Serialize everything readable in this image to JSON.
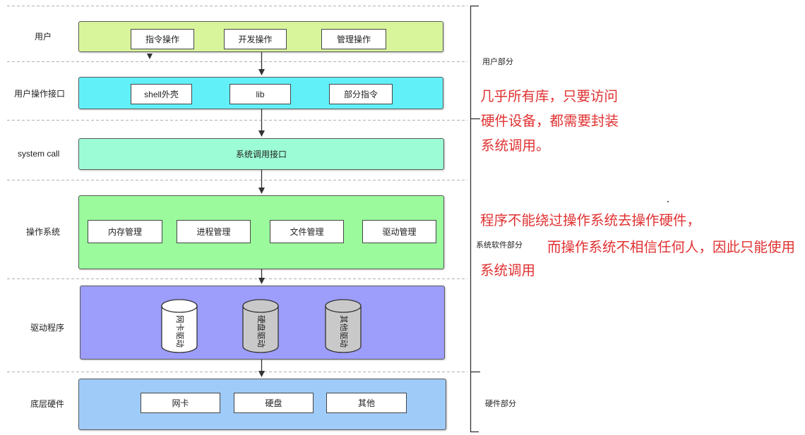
{
  "layers": {
    "user": {
      "label": "用户",
      "items": [
        "指令操作",
        "开发操作",
        "管理操作"
      ]
    },
    "interface": {
      "label": "用户操作接口",
      "items": [
        "shell外壳",
        "lib",
        "部分指令"
      ]
    },
    "syscall": {
      "label": "system call",
      "content": "系统调用接口"
    },
    "os": {
      "label": "操作系统",
      "items": [
        "内存管理",
        "进程管理",
        "文件管理",
        "驱动管理"
      ]
    },
    "drivers": {
      "label": "驱动程序",
      "items": [
        "网卡驱动",
        "硬盘驱动",
        "其他驱动"
      ]
    },
    "hardware": {
      "label": "底层硬件",
      "items": [
        "网卡",
        "硬盘",
        "其他"
      ]
    }
  },
  "sections": {
    "user_part": "用户部分",
    "system_part": "系统软件部分",
    "hardware_part": "硬件部分"
  },
  "notes": {
    "syscall_note": [
      "几乎所有库，只要访问",
      "硬件设备，都需要封装",
      "系统调用。"
    ],
    "os_note": [
      "程序不能绕过操作系统去操作硬件，",
      "而操作系统不相信任何人，因此只能使用",
      "系统调用"
    ]
  },
  "colors": {
    "user": "#d8f59c",
    "interface": "#62f0f8",
    "syscall": "#9cfcd6",
    "os": "#9afa9c",
    "drivers": "#9d9dfc",
    "hardware": "#9fcbf8",
    "note_text": "#e03131",
    "cylinder_light": "#ffffff",
    "cylinder_dark": "#c9c9c9"
  }
}
